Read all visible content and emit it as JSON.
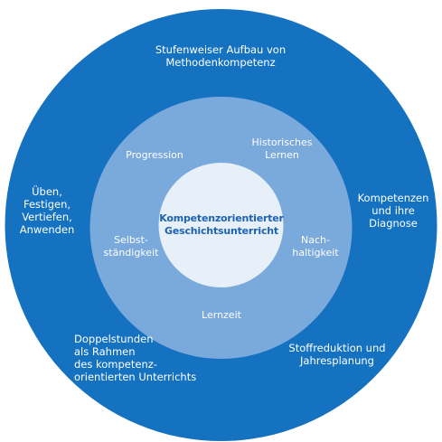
{
  "colors": {
    "outer_ring": "#1472c0",
    "middle_ring": "#7aa9dc",
    "core": "#e7eff8",
    "core_text": "#1d63b3",
    "ring_text": "#ffffff"
  },
  "core": {
    "label": "Kompetenzorientierter\nGeschichtsunterricht"
  },
  "middle_ring": {
    "progression": "Progression",
    "historisches_lernen": "Historisches\nLernen",
    "selbststaendigkeit": "Selbst-\nständigkeit",
    "nachhaltigkeit": "Nach-\nhaltigkeit",
    "lernzeit": "Lernzeit"
  },
  "outer_ring": {
    "methodenkompetenz": "Stufenweiser Aufbau von\nMethodenkompetenz",
    "ueben": "Üben,\nFestigen,\nVertiefen,\nAnwenden",
    "kompetenzen": "Kompetenzen\nund ihre\nDiagnose",
    "doppelstunden": "Doppelstunden\nals Rahmen\ndes kompetenz-\norientierten Unterrichts",
    "stoffreduktion": "Stoffreduktion und\nJahresplanung"
  }
}
